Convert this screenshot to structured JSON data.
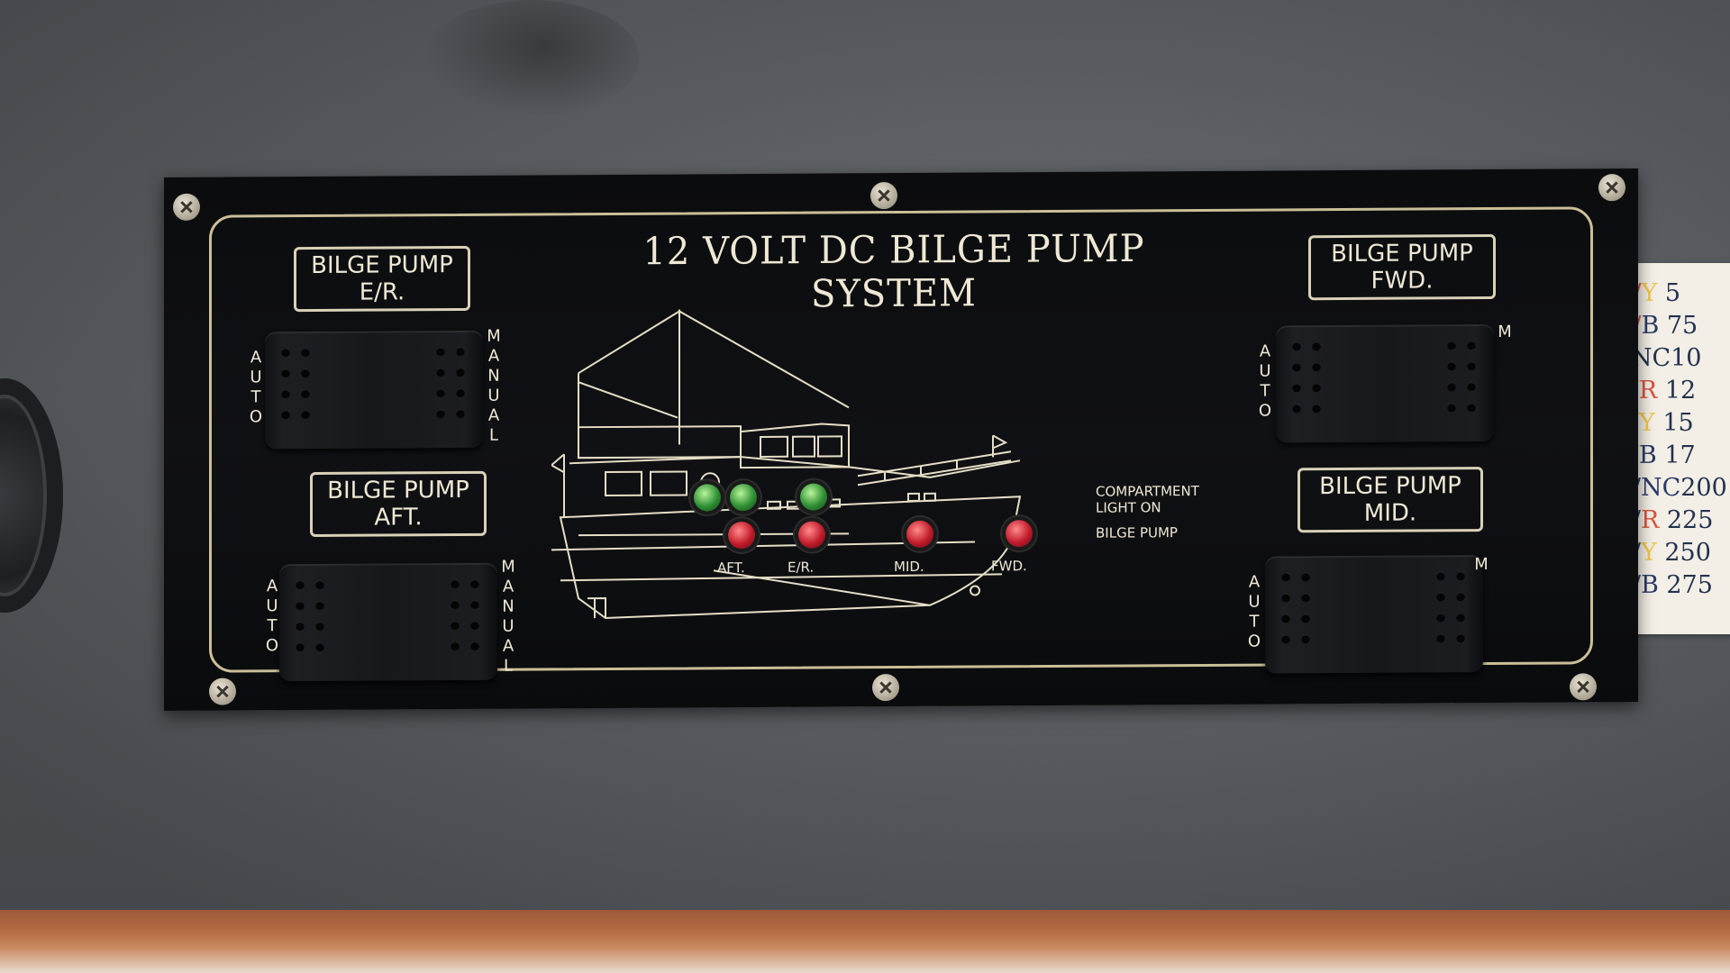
{
  "panel": {
    "title": "12 VOLT DC BILGE PUMP SYSTEM",
    "pumps": [
      {
        "id": "er",
        "line1": "BILGE PUMP",
        "line2": "E/R."
      },
      {
        "id": "aft",
        "line1": "BILGE PUMP",
        "line2": "AFT."
      },
      {
        "id": "fwd",
        "line1": "BILGE PUMP",
        "line2": "FWD."
      },
      {
        "id": "mid",
        "line1": "BILGE PUMP",
        "line2": "MID."
      }
    ],
    "switch_labels": {
      "auto": "AUTO",
      "manual": "MANUAL",
      "manual_short": "M"
    },
    "legend": {
      "compartment_line1": "COMPARTMENT",
      "compartment_line2": "LIGHT ON",
      "bilge_pump": "BILGE PUMP"
    },
    "location_labels": [
      "AFT.",
      "E/R.",
      "MID.",
      "FWD."
    ],
    "indicators": {
      "compartment_lights": [
        "on",
        "on",
        "on"
      ],
      "bilge_pump_lights": [
        "on",
        "on",
        "on",
        "on"
      ]
    },
    "colors": {
      "panel": "#0d0e10",
      "engraving": "#efe8d4",
      "led_green": "#3aa83f",
      "led_red": "#c11b2b"
    }
  },
  "wire_label": {
    "rows": [
      {
        "a": "R/",
        "b": "Y",
        "c": " 5"
      },
      {
        "a": "R/",
        "b": "B",
        "c": " 75"
      },
      {
        "a": "",
        "b": "Y",
        "c": "NC10"
      },
      {
        "a": "Y/",
        "b": "R",
        "c": " 12"
      },
      {
        "a": "Y/",
        "b": "Y",
        "c": " 15"
      },
      {
        "a": "Y/",
        "b": "B",
        "c": " 17"
      },
      {
        "a": "B/",
        "b": "NC",
        "c": "200"
      },
      {
        "a": "B/",
        "b": "R",
        "c": " 225"
      },
      {
        "a": "B/",
        "b": "Y",
        "c": " 250"
      },
      {
        "a": "B/",
        "b": "B",
        "c": " 275"
      }
    ]
  }
}
